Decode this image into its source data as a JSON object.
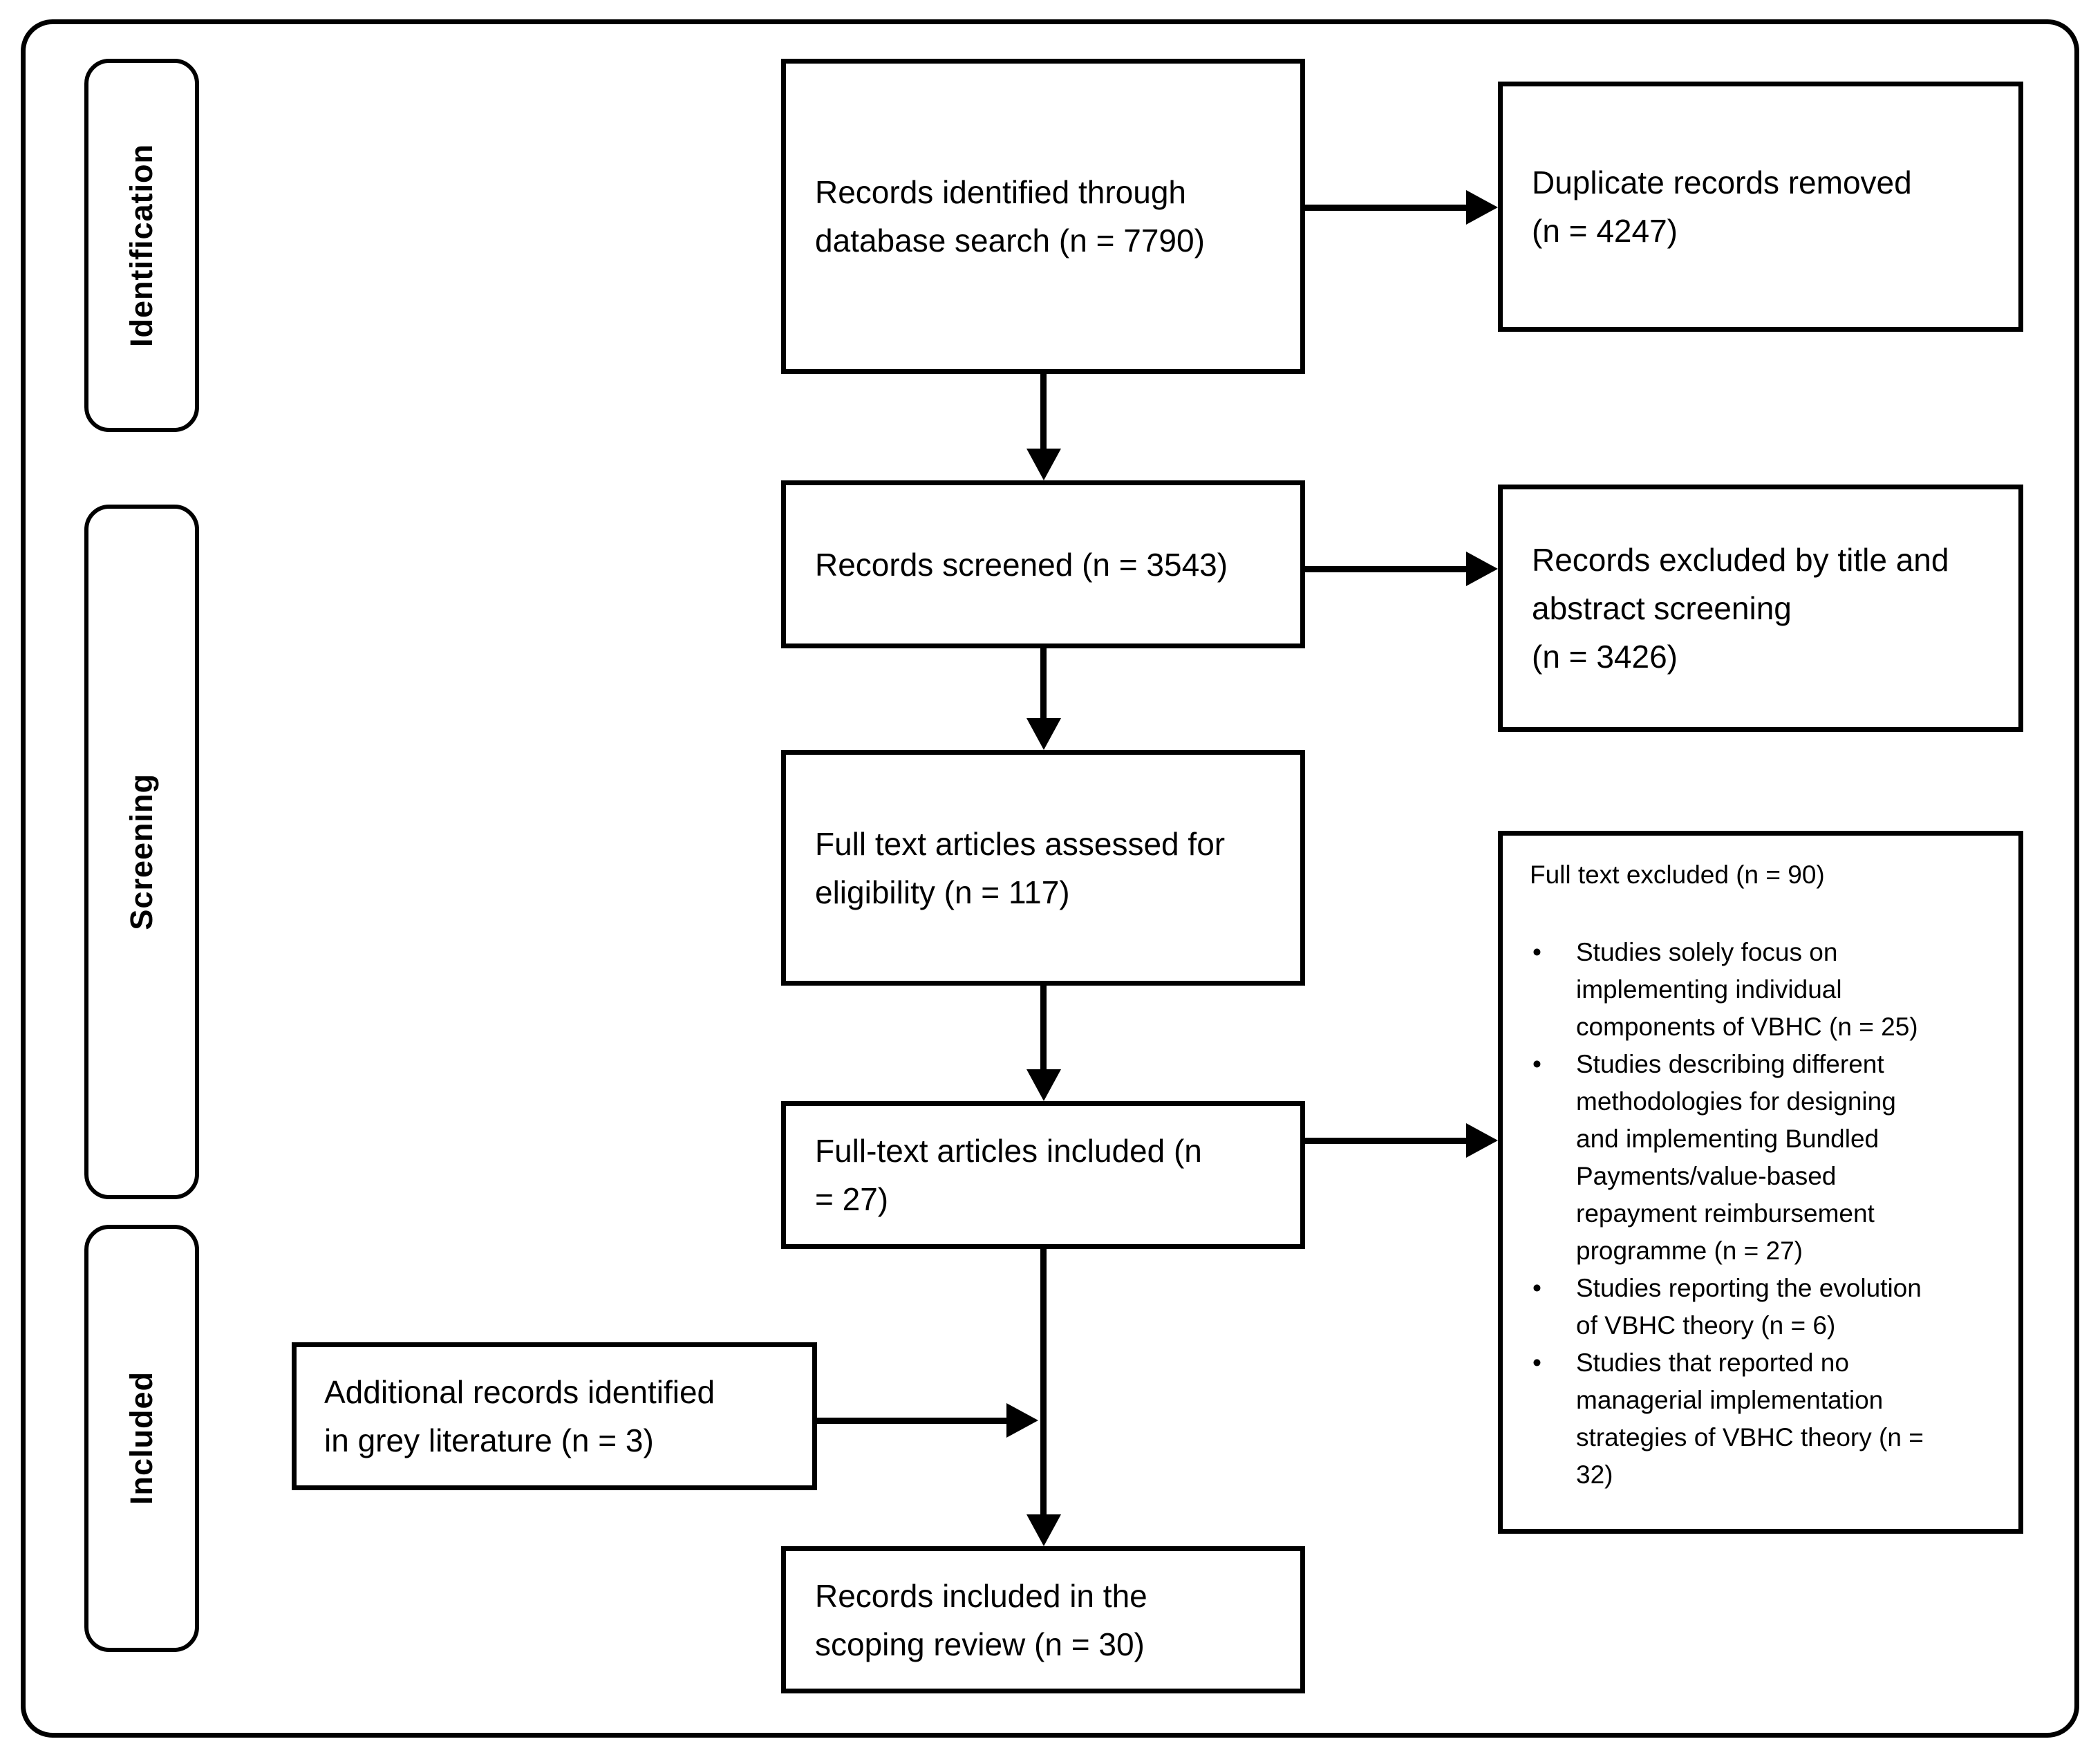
{
  "figure": {
    "stage_labels": [
      {
        "label": "Identification"
      },
      {
        "label": "Screening"
      },
      {
        "label": "Included"
      }
    ],
    "boxes": {
      "records_identified": {
        "lines": [
          "Records identified through",
          "database search (n = 7790)"
        ]
      },
      "duplicates_removed": {
        "lines": [
          "Duplicate records removed",
          "(n = 4247)"
        ]
      },
      "records_screened": {
        "lines": [
          "Records screened (n = 3543)"
        ]
      },
      "records_excluded": {
        "lines": [
          "Records excluded by title and",
          "abstract screening",
          "(n = 3426)"
        ]
      },
      "full_text_assessed": {
        "lines": [
          "Full text articles assessed for",
          "eligibility (n = 117)"
        ]
      },
      "full_text_included": {
        "lines": [
          "Full-text articles included (n",
          "= 27)"
        ]
      },
      "grey_literature": {
        "lines": [
          "Additional records identified",
          "in grey literature (n = 3)"
        ]
      },
      "records_included": {
        "lines": [
          "Records included in the",
          "scoping review (n = 30)"
        ]
      },
      "full_text_excluded": {
        "title": "Full text excluded (n = 90)",
        "bullets": [
          {
            "lines": [
              "Studies solely focus on",
              "implementing individual",
              "components of VBHC (n = 25)"
            ]
          },
          {
            "lines": [
              "Studies describing different",
              "methodologies for designing",
              "and implementing Bundled",
              "Payments/value-based",
              "repayment  reimbursement",
              "programme (n = 27)"
            ]
          },
          {
            "lines": [
              "Studies reporting the evolution",
              "of VBHC theory (n = 6)"
            ]
          },
          {
            "lines": [
              "Studies that reported no",
              "managerial implementation",
              "strategies of VBHC theory (n =",
              "32)"
            ]
          }
        ]
      }
    },
    "colors": {
      "line": "#000000",
      "background": "#ffffff",
      "text": "#000000"
    }
  }
}
